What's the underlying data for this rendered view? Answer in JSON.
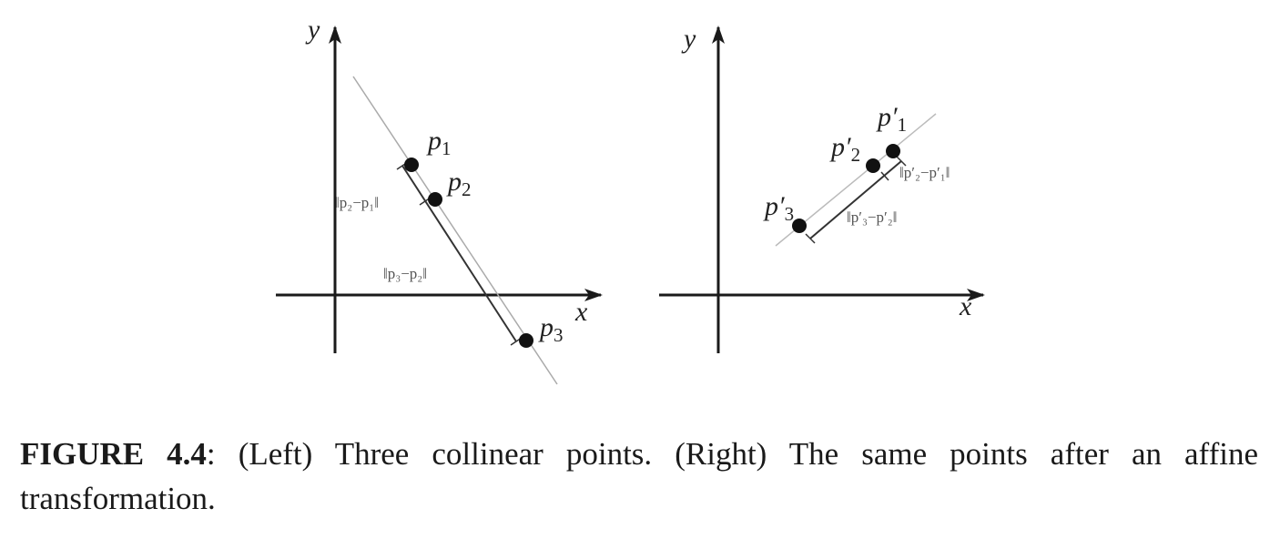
{
  "figure": {
    "left_panel": {
      "x_axis_label": "x",
      "y_axis_label": "y",
      "points": [
        {
          "name": "p",
          "sub": "1"
        },
        {
          "name": "p",
          "sub": "2"
        },
        {
          "name": "p",
          "sub": "3"
        }
      ],
      "distance_labels": [
        "‖p₂−p₁‖",
        "‖p₃−p₂‖"
      ]
    },
    "right_panel": {
      "x_axis_label": "x",
      "y_axis_label": "y",
      "points": [
        {
          "name": "p′",
          "sub": "1"
        },
        {
          "name": "p′",
          "sub": "2"
        },
        {
          "name": "p′",
          "sub": "3"
        }
      ],
      "distance_labels": [
        "‖p′₂−p′₁‖",
        "‖p′₃−p′₂‖"
      ]
    }
  },
  "caption": {
    "label": "FIGURE 4.4",
    "text": ": (Left) Three collinear points. (Right) The same points after an affine transformation."
  }
}
